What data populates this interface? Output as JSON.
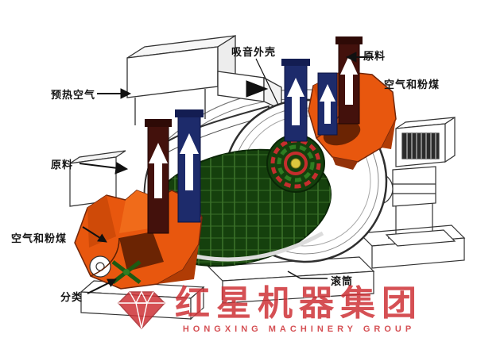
{
  "labels": {
    "preheated_air": "预热空气",
    "sound_shell": "吸音外壳",
    "raw_material_top": "原料",
    "air_coal_right": "空气和粉煤",
    "raw_material_left": "原料",
    "air_coal_left": "空气和粉煤",
    "classification": "分类",
    "drum": "滚筒"
  },
  "watermark": {
    "brand_cn": "红星机器集团",
    "brand_en": "HONGXING MACHINERY GROUP",
    "logo_icon": "◆"
  },
  "colors": {
    "housing_orange": "#e8570e",
    "pipe_navy": "#1d2b6b",
    "pipe_maroon": "#43110c",
    "mesh_green": "#15400d",
    "mesh_grid_green": "#4e8c39",
    "ring_red": "#c52d2d",
    "ring_green": "#2e7d21",
    "line_art": "#333333",
    "watermark_red": "#ce3237",
    "background": "#ffffff"
  }
}
